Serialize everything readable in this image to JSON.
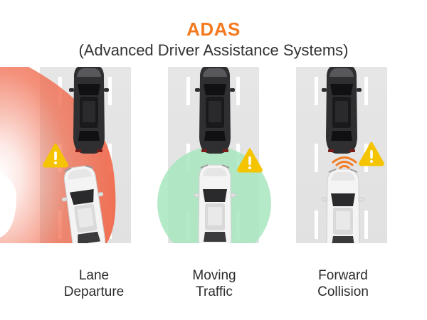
{
  "header": {
    "title": "ADAS",
    "subtitle": "(Advanced Driver Assistance Systems)"
  },
  "colors": {
    "accent": "#F47A20",
    "warning": "#F4C400",
    "lane_departure_zone": "#F06B4E",
    "moving_traffic_zone": "#A8E6C0",
    "road": "#E4E4E4",
    "car_dark": "#2F2F31",
    "car_light": "#F2F2F2"
  },
  "scenarios": [
    {
      "line1": "Lane",
      "line2": "Departure"
    },
    {
      "line1": "Moving",
      "line2": "Traffic"
    },
    {
      "line1": "Forward",
      "line2": "Collision"
    }
  ]
}
